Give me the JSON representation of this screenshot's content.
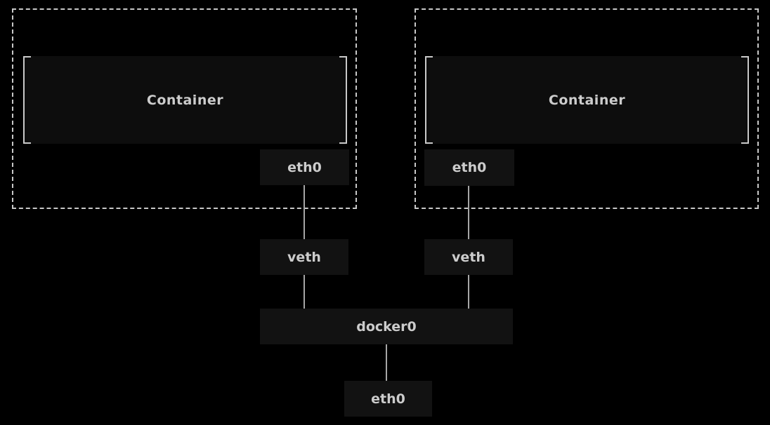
{
  "colors": {
    "background": "#000000",
    "namespace_border": "#c8c8c8",
    "bracket": "#c9c9c9",
    "container_fill": "#0d0d0d",
    "node_fill": "#121212",
    "text": "#cccccc",
    "connector": "#a6a6a6"
  },
  "nodes": {
    "container_left": "Container",
    "container_right": "Container",
    "eth0_left": "eth0",
    "eth0_right": "eth0",
    "veth_left": "veth",
    "veth_right": "veth",
    "docker0": "docker0",
    "eth0_host": "eth0"
  }
}
